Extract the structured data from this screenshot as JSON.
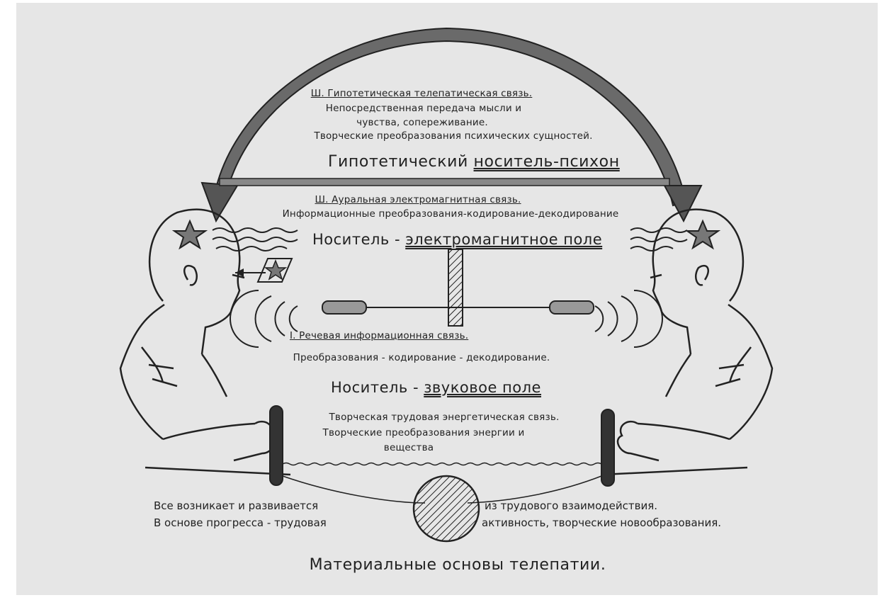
{
  "level3": {
    "title": "Ш. Гипотетическая телепатическая связь.",
    "lines": [
      "Непосредственная передача мысли и",
      "чувства, сопереживание.",
      "Творческие преобразования психических сущностей."
    ],
    "carrier_prefix": "Гипотетический",
    "carrier_name": "носитель-психон"
  },
  "level2": {
    "title": "Ш. Ауральная электромагнитная связь.",
    "line": "Информационные преобразования-кодирование-декодирование",
    "carrier_prefix": "Носитель -",
    "carrier_name": "электромагнитное поле"
  },
  "level1": {
    "title": "I. Речевая информационная связь.",
    "line": "Преобразования - кодирование - декодирование.",
    "carrier_prefix": "Носитель -",
    "carrier_name": "звуковое поле"
  },
  "labor": {
    "lines": [
      "Творческая трудовая энергетическая связь.",
      "Творческие преобразования энергии и",
      "вещества"
    ]
  },
  "bottom": {
    "left_lines": [
      "Все возникает и развивается",
      "В основе прогресса - трудовая"
    ],
    "right_lines": [
      "из трудового взаимодействия.",
      "активность, творческие новообразования."
    ]
  },
  "caption": "Материальные основы телепатии.",
  "colors": {
    "ink": "#222222",
    "paper": "#e6e6e6"
  }
}
